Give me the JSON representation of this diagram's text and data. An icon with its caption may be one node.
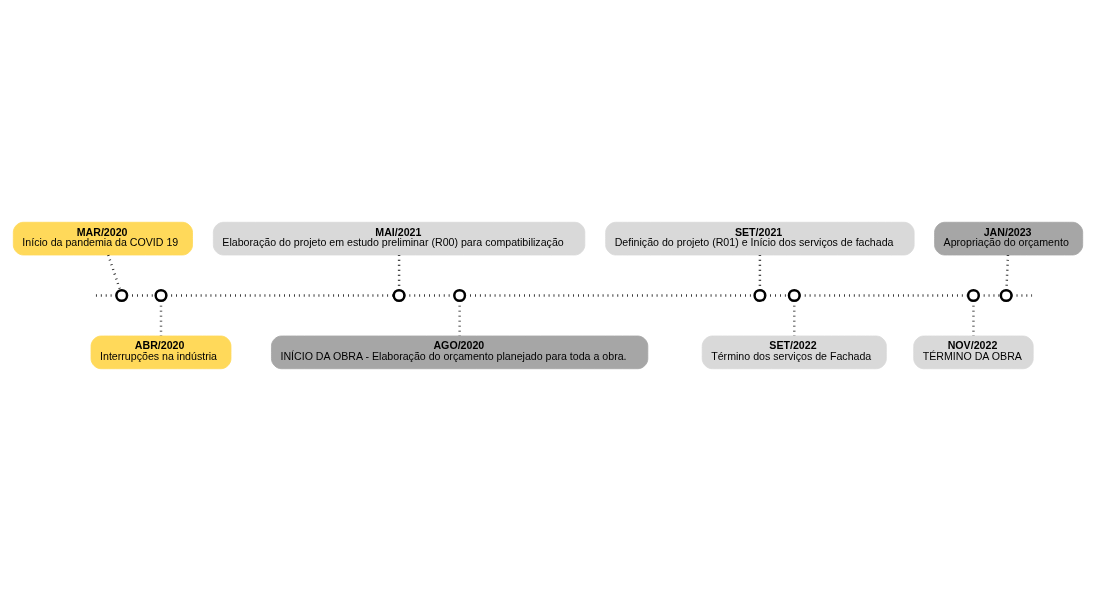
{
  "diagram": {
    "nodes": [
      {
        "text": [
          "MAR/2020",
          "Início da pandemia da COVID 19"
        ]
      },
      {
        "text": [
          "MAI/2021",
          "Elaboração do projeto em estudo preliminar (R00) para compatibilização"
        ]
      },
      {
        "text": [
          "SET/2021",
          "Definição do projeto (R01) e Início dos serviços de fachada"
        ]
      },
      {
        "text": [
          "JAN/2023",
          "Apropriação do orçamento"
        ]
      },
      {
        "text": [
          "ABR/2020",
          "Interrupções na indústria"
        ]
      },
      {
        "text": [
          "AGO/2020",
          "INÍCIO DA OBRA - Elaboração do orçamento planejado para toda a obra."
        ]
      },
      {
        "text": [
          "SET/2022",
          "Término dos serviços de Fachada"
        ]
      },
      {
        "text": [
          "NOV/2022",
          "TÉRMINO DA OBRA"
        ]
      },
      {
        "text": [],
        "shape": "circle"
      },
      {
        "text": [],
        "shape": "circle"
      },
      {
        "text": [],
        "shape": "circle"
      },
      {
        "text": [],
        "shape": "circle"
      },
      {
        "text": [],
        "shape": "circle"
      },
      {
        "text": [],
        "shape": "circle"
      },
      {
        "text": [],
        "shape": "circle"
      },
      {
        "text": [],
        "shape": "circle"
      }
    ],
    "edges": [
      {
        "from": 0,
        "to": 8,
        "arrow": "none"
      },
      {
        "from": 1,
        "to": 10,
        "arrow": "none"
      },
      {
        "from": 2,
        "to": 12,
        "arrow": "none"
      },
      {
        "from": 3,
        "to": 15,
        "arrow": "none"
      },
      {
        "from": 9,
        "to": 4,
        "arrow": "none"
      },
      {
        "from": 11,
        "to": 5,
        "arrow": "none"
      },
      {
        "from": 13,
        "to": 6,
        "arrow": "none"
      },
      {
        "from": 14,
        "to": 7,
        "arrow": "none"
      },
      {
        "from": null,
        "to": 8,
        "arrow": "none"
      },
      {
        "from": 8,
        "to": 9,
        "arrow": "none"
      },
      {
        "from": 9,
        "to": 10,
        "arrow": "none"
      },
      {
        "from": 10,
        "to": 11,
        "arrow": "none"
      },
      {
        "from": 11,
        "to": 12,
        "arrow": "none"
      },
      {
        "from": 12,
        "to": 13,
        "arrow": "none"
      },
      {
        "from": 13,
        "to": 14,
        "arrow": "none"
      },
      {
        "from": 14,
        "to": 15,
        "arrow": "none"
      },
      {
        "from": 15,
        "to": null,
        "arrow": "none"
      }
    ]
  }
}
